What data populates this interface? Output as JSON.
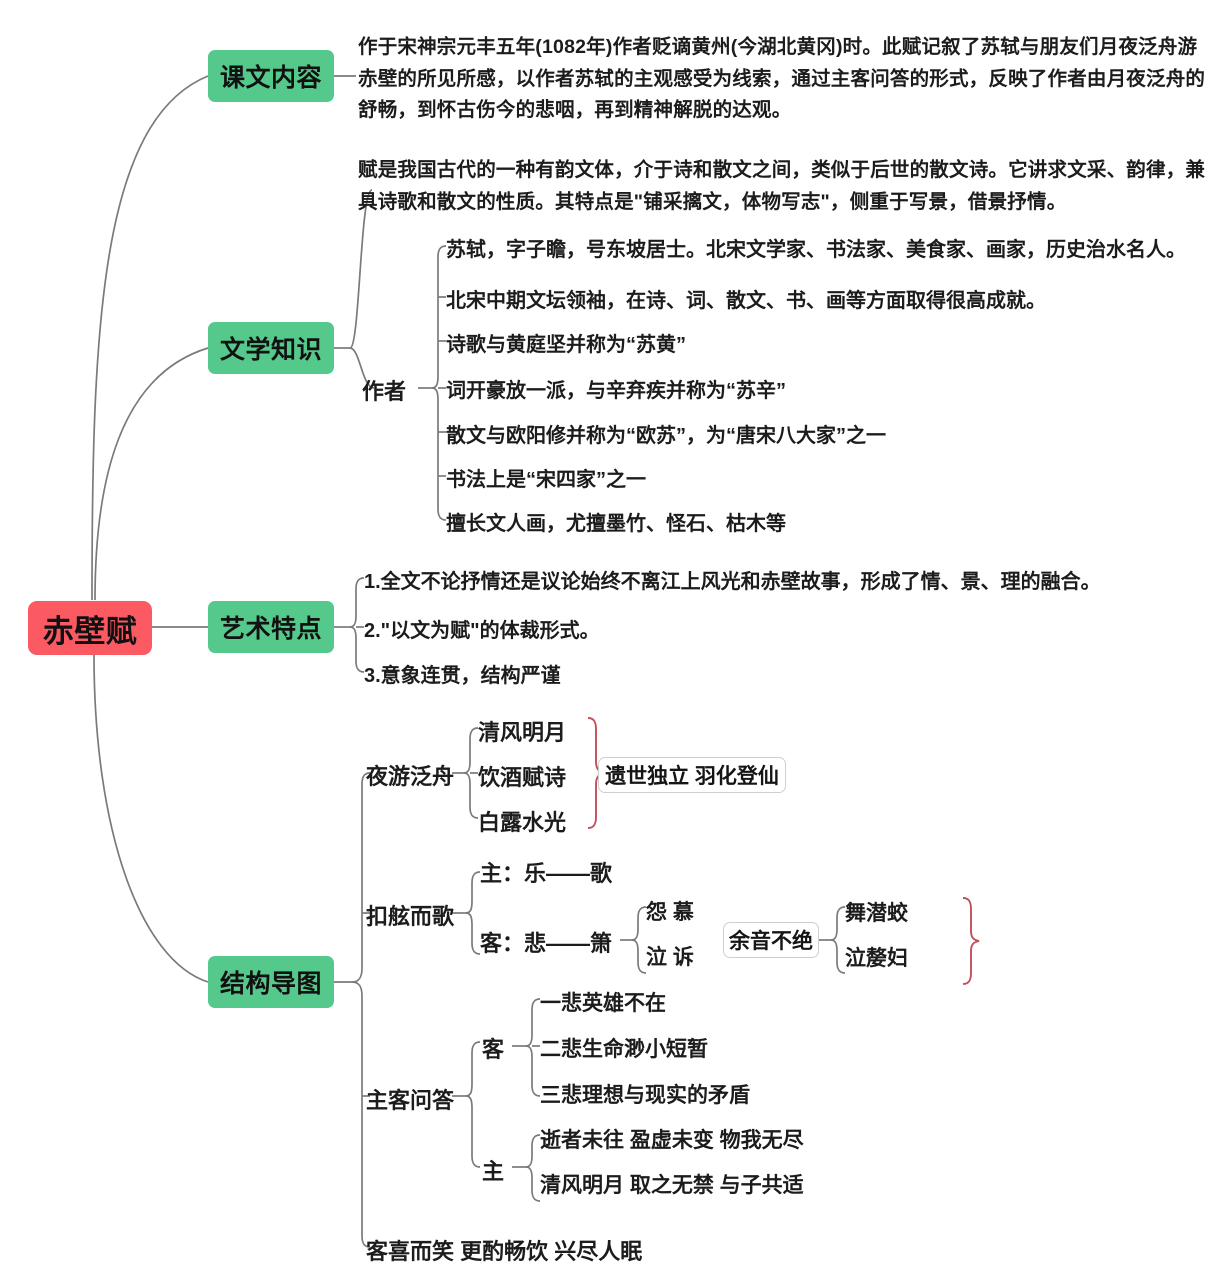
{
  "diagram": {
    "title_node": "赤壁赋",
    "colors": {
      "root_fill": "#fb5a63",
      "branch_fill": "#55c98c",
      "edge": "#7a7a7a",
      "brace": "#c0505a",
      "box_border": "#cfcfcf",
      "text": "#1c1c1c",
      "background": "#ffffff"
    },
    "branches": {
      "content": {
        "label": "课文内容",
        "paragraph": "作于宋神宗元丰五年(1082年)作者贬谪黄州(今湖北黄冈)时。此赋记叙了苏轼与朋友们月夜泛舟游赤壁的所见所感，以作者苏轼的主观感受为线索，通过主客问答的形式，反映了作者由月夜泛舟的舒畅，到怀古伤今的悲咽，再到精神解脱的达观。"
      },
      "literature": {
        "label": "文学知识",
        "fu_paragraph": "赋是我国古代的一种有韵文体，介于诗和散文之间，类似于后世的散文诗。它讲求文采、韵律，兼具诗歌和散文的性质。其特点是\"铺采摛文，体物写志\"，侧重于写景，借景抒情。",
        "author_label": "作者",
        "author_items": [
          "苏轼，字子瞻，号东坡居士。北宋文学家、书法家、美食家、画家，历史治水名人。",
          "北宋中期文坛领袖，在诗、词、散文、书、画等方面取得很高成就。",
          "诗歌与黄庭坚并称为“苏黄”",
          "词开豪放一派，与辛弃疾并称为“苏辛”",
          "散文与欧阳修并称为“欧苏”，为“唐宋八大家”之一",
          "书法上是“宋四家”之一",
          "擅长文人画，尤擅墨竹、怪石、枯木等"
        ]
      },
      "art": {
        "label": "艺术特点",
        "items": [
          "1.全文不论抒情还是议论始终不离江上风光和赤壁故事，形成了情、景、理的融合。",
          "2.\"以文为赋\"的体裁形式。",
          "3.意象连贯，结构严谨"
        ]
      },
      "structure": {
        "label": "结构导图",
        "groups": [
          {
            "label": "夜游泛舟",
            "items": [
              "清风明月",
              "饮酒赋诗",
              "白露水光"
            ],
            "result_box": "遗世独立  羽化登仙"
          },
          {
            "label": "扣舷而歌",
            "host_line": "主：乐——歌",
            "guest_line": "客：悲——箫",
            "guest_sub": [
              "怨 慕",
              "泣 诉"
            ],
            "result_box": "余音不绝",
            "result_items": [
              "舞潜蛟",
              "泣嫠妇"
            ]
          },
          {
            "label": "主客问答",
            "guest_label": "客",
            "guest_items": [
              "一悲英雄不在",
              "二悲生命渺小短暂",
              "三悲理想与现实的矛盾"
            ],
            "host_label": "主",
            "host_items": [
              "逝者未往 盈虚未变 物我无尽",
              "清风明月 取之无禁 与子共适"
            ]
          }
        ],
        "ending": "客喜而笑 更酌畅饮 兴尽人眠"
      }
    }
  }
}
